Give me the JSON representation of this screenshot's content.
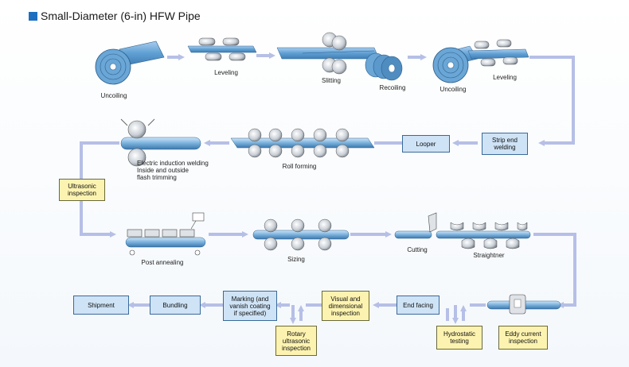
{
  "title": "Small-Diameter (6-in) HFW Pipe",
  "labels": {
    "uncoiling_1": "Uncoiling",
    "leveling_1": "Leveling",
    "slitting": "Slitting",
    "recoiling": "Recoiling",
    "uncoiling_2": "Uncoiling",
    "leveling_2": "Leveling",
    "welding_line1": "Electric induction welding",
    "welding_line2": "Inside and outside",
    "welding_line3": "flash trimming",
    "roll_forming": "Roll forming",
    "post_annealing": "Post annealing",
    "sizing": "Sizing",
    "cutting": "Cutting",
    "straightner": "Straightner"
  },
  "boxes": {
    "looper": "Looper",
    "strip_end_welding_1": "Strip end",
    "strip_end_welding_2": "welding",
    "ultrasonic_1": "Ultrasonic",
    "ultrasonic_2": "inspection",
    "shipment": "Shipment",
    "bundling": "Bundling",
    "marking_1": "Marking (and",
    "marking_2": "vanish coating",
    "marking_3": "if specified)",
    "rotary_1": "Rotary",
    "rotary_2": "ultrasonic",
    "rotary_3": "inspection",
    "visual_1": "Visual and",
    "visual_2": "dimensional",
    "visual_3": "inspection",
    "end_facing": "End facing",
    "hydro_1": "Hydrostatic",
    "hydro_2": "testing",
    "eddy_1": "Eddy current",
    "eddy_2": "inspection"
  },
  "colors": {
    "flow_arrow": "#b6bfe6",
    "steel_blue": "#7fb1da",
    "box_blue": "#cfe3f6",
    "box_yellow": "#fdf3b0",
    "title_square": "#1e6fc0"
  }
}
